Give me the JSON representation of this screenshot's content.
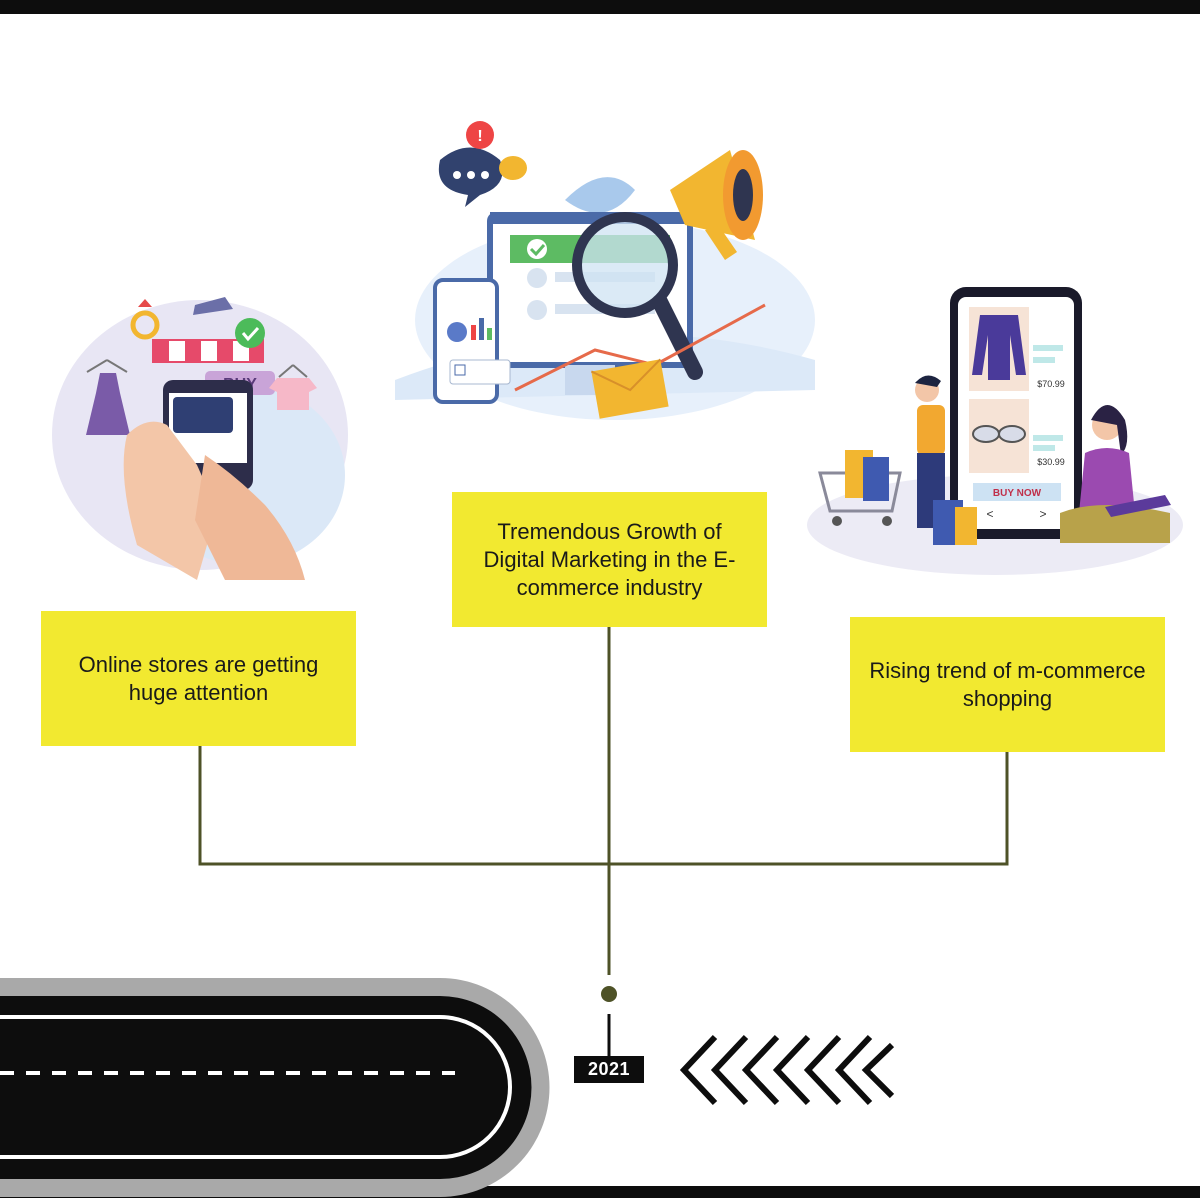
{
  "milestones": [
    {
      "text": "Online stores are getting huge attention"
    },
    {
      "text": "Tremendous Growth of Digital Marketing in the E-commerce industry"
    },
    {
      "text": "Rising trend of m-commerce shopping"
    }
  ],
  "timeline": {
    "year": "2021"
  },
  "illustration_text": {
    "buy_tag": "BUY",
    "buy_now_button": "BUY NOW",
    "price_1": "$70.99",
    "price_2": "$30.99"
  },
  "colors": {
    "note_yellow": "#f2e930",
    "connector_olive": "#4e5227",
    "road_black": "#0d0d0d",
    "road_gray": "#a9a9a9"
  }
}
